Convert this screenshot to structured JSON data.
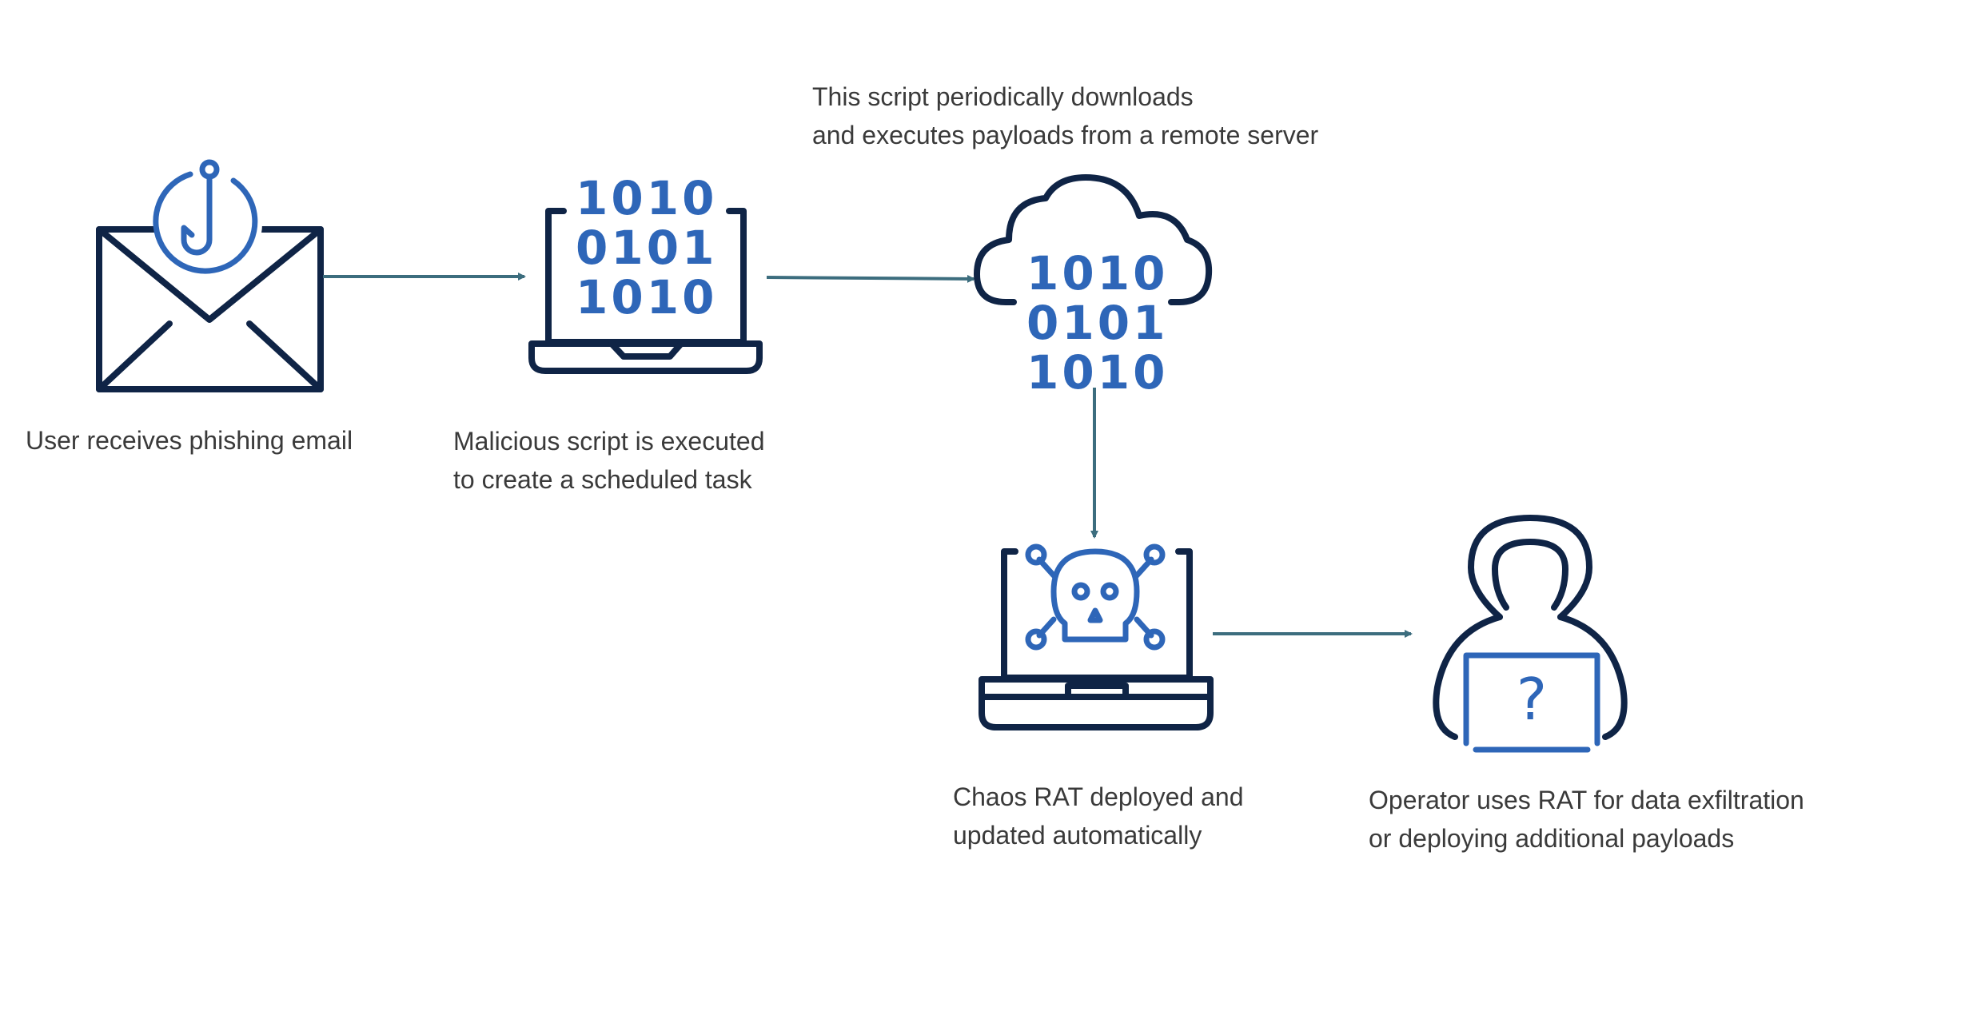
{
  "colors": {
    "icon_dark": "#0f2446",
    "icon_accent": "#2e66b8",
    "arrow": "#3c6d7e",
    "text": "#3a3a3a"
  },
  "steps": [
    {
      "icon": "phishing-email-icon",
      "label_lines": [
        "User receives phishing email"
      ]
    },
    {
      "icon": "laptop-binary-icon",
      "binary": [
        "1010",
        "0101",
        "1010"
      ],
      "label_lines": [
        "Malicious script is executed",
        "to create a scheduled task"
      ]
    },
    {
      "icon": "cloud-binary-icon",
      "binary": [
        "1010",
        "0101",
        "1010"
      ],
      "label_lines": [
        "This script periodically downloads",
        "and executes payloads from a remote server"
      ]
    },
    {
      "icon": "laptop-skull-icon",
      "label_lines": [
        "Chaos RAT deployed and",
        "updated automatically"
      ]
    },
    {
      "icon": "hooded-operator-icon",
      "glyph": "?",
      "label_lines": [
        "Operator uses RAT for data exfiltration",
        "or deploying additional payloads"
      ]
    }
  ]
}
